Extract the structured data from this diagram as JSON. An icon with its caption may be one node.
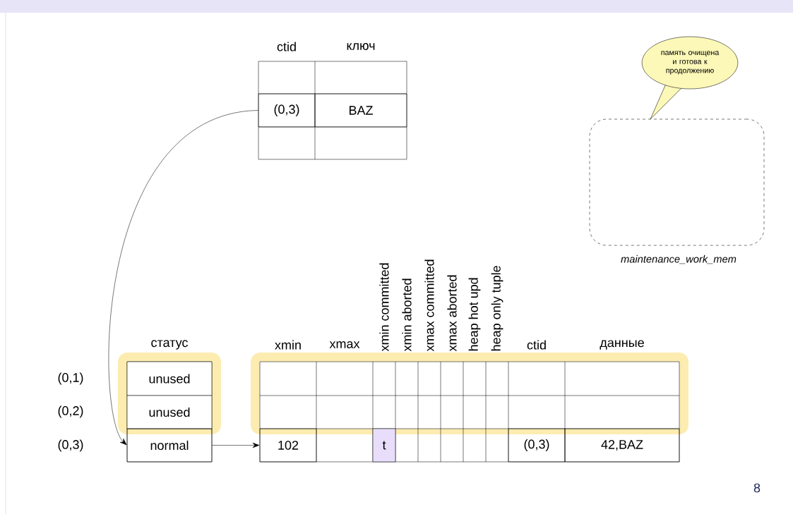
{
  "diagram": {
    "nodes": [
      {
        "text": [
          "(0,3)"
        ]
      },
      {
        "text": [
          "BAZ"
        ]
      },
      {
        "text": [
          "unused"
        ]
      },
      {
        "text": [
          "unused"
        ]
      },
      {
        "text": [
          "normal"
        ]
      },
      {
        "text": [
          "102"
        ]
      },
      {
        "text": [
          "t"
        ]
      },
      {
        "text": [
          "(0,3)"
        ]
      },
      {
        "text": [
          "42,BAZ"
        ]
      },
      {
        "text": [
          "память очищена и готова к продолжению"
        ]
      },
      {
        "text": [],
        "shape": "box",
        "beside": [
          "*maintenance_work_mem*"
        ]
      }
    ],
    "edges": [
      {
        "from": 0,
        "to": 4,
        "arrow": "to"
      },
      {
        "from": 4,
        "to": 5,
        "arrow": "to"
      }
    ],
    "labels": [
      "ctid",
      "ключ",
      "xmin committed",
      "xmin aborted",
      "xmax committed",
      "xmax aborted",
      "heap hot upd",
      "heap only tuple",
      "статус",
      "xmin",
      "xmax",
      "ctid",
      "данные",
      "(0,1)",
      "(0,2)",
      "(0,3)",
      "8"
    ]
  }
}
